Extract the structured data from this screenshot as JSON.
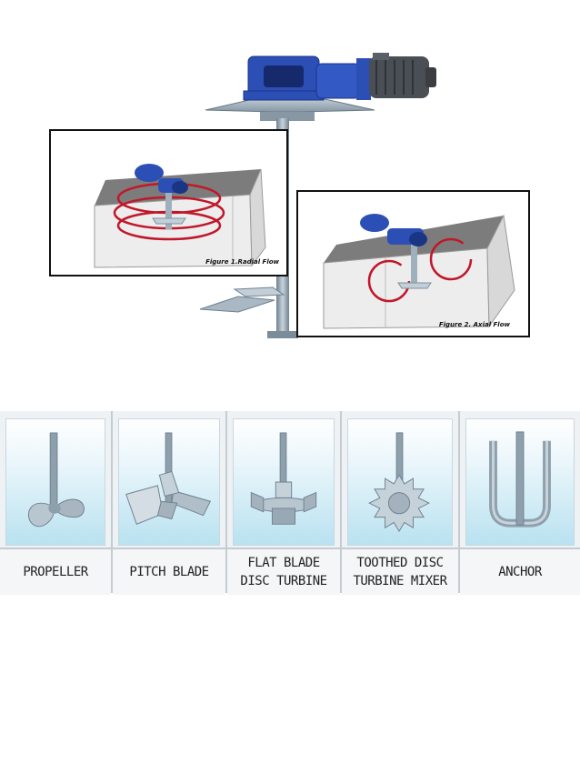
{
  "figures": {
    "radial": {
      "caption": "Figure 1.Radial Flow"
    },
    "axial": {
      "caption": "Figure 2. Axial Flow"
    }
  },
  "impellers": [
    {
      "label": "PROPELLER",
      "icon": "propeller-icon"
    },
    {
      "label": "PITCH BLADE",
      "icon": "pitch-blade-icon"
    },
    {
      "label": "FLAT BLADE\nDISC TURBINE",
      "icon": "flat-blade-disc-turbine-icon"
    },
    {
      "label": "TOOTHED DISC\nTURBINE MIXER",
      "icon": "toothed-disc-turbine-icon"
    },
    {
      "label": "ANCHOR",
      "icon": "anchor-icon"
    }
  ],
  "colors": {
    "motor_blue": "#2c4fb5",
    "motor_gray": "#4a4f55",
    "flow_arrows": "#c0182a",
    "tank_gray": "#7c7c7c",
    "shaft_steel": "#8fa0ad",
    "tile_gradient_bottom": "#b9e2f0"
  }
}
